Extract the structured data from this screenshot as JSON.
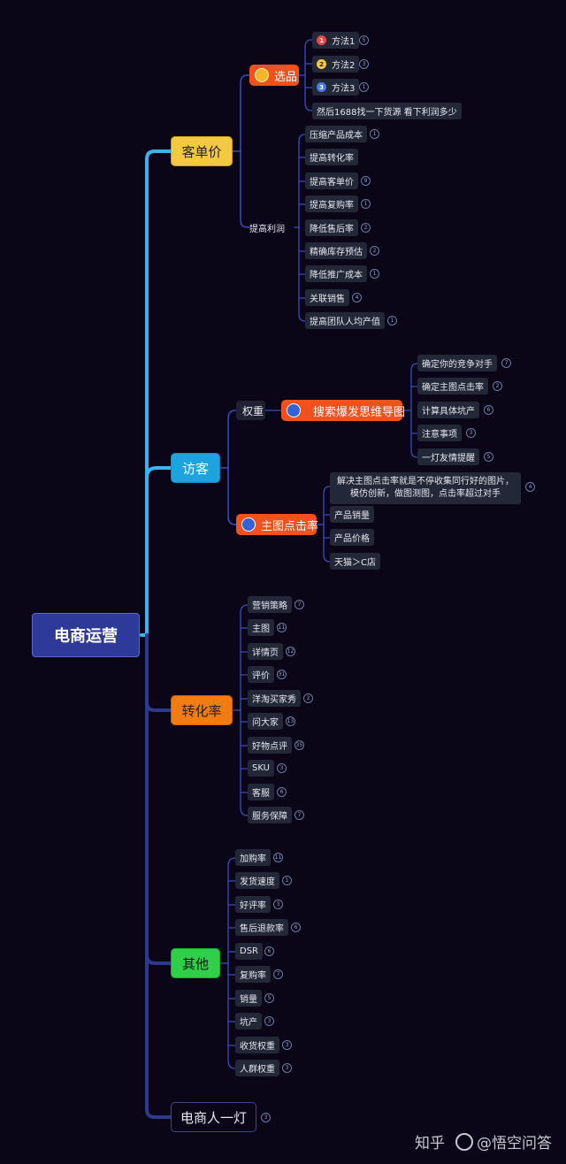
{
  "root": {
    "label": "电商运营"
  },
  "branch_1": {
    "label": "客单价",
    "xuanpin": {
      "label": "选品",
      "methods": [
        {
          "badge": "1",
          "label": "方法1",
          "count": "5"
        },
        {
          "badge": "2",
          "label": "方法2",
          "count": "3"
        },
        {
          "badge": "3",
          "label": "方法3",
          "count": "1"
        }
      ],
      "note": "然后1688找一下货源 看下利润多少"
    },
    "profit": {
      "label": "提高利润",
      "items": [
        {
          "label": "压缩产品成本",
          "count": "1"
        },
        {
          "label": "提高转化率",
          "count": ""
        },
        {
          "label": "提高客单价",
          "count": "9"
        },
        {
          "label": "提高复购率",
          "count": "1"
        },
        {
          "label": "降低售后率",
          "count": "2"
        },
        {
          "label": "精确库存预估",
          "count": "2"
        },
        {
          "label": "降低推广成本",
          "count": "1"
        },
        {
          "label": "关联销售",
          "count": "4"
        },
        {
          "label": "提高团队人均产值",
          "count": "1"
        }
      ]
    }
  },
  "branch_2": {
    "label": "访客",
    "weight": {
      "label": "权重",
      "mindmap": {
        "label": "搜索爆发思维导图",
        "items": [
          {
            "label": "确定你的竞争对手",
            "count": "7"
          },
          {
            "label": "确定主图点击率",
            "count": "2"
          },
          {
            "label": "计算具体坑产",
            "count": "6"
          },
          {
            "label": "注意事项",
            "count": "3"
          },
          {
            "label": "一灯友情提醒",
            "count": "5"
          }
        ]
      }
    },
    "ctr": {
      "label": "主图点击率",
      "items": [
        {
          "label": "解决主图点击率就是不停收集同行好的图片，模仿创新，做图测图，点击率超过对手",
          "count": "4"
        },
        {
          "label": "产品销量",
          "count": ""
        },
        {
          "label": "产品价格",
          "count": ""
        },
        {
          "label": "天猫＞C店",
          "count": ""
        }
      ]
    }
  },
  "branch_3": {
    "label": "转化率",
    "items": [
      {
        "label": "营销策略",
        "count": "7"
      },
      {
        "label": "主图",
        "count": "11"
      },
      {
        "label": "详情页",
        "count": "12"
      },
      {
        "label": "评价",
        "count": "31"
      },
      {
        "label": "洋淘买家秀",
        "count": "2"
      },
      {
        "label": "问大家",
        "count": "13"
      },
      {
        "label": "好物点评",
        "count": "35"
      },
      {
        "label": "SKU",
        "count": "3"
      },
      {
        "label": "客服",
        "count": "6"
      },
      {
        "label": "服务保障",
        "count": "7"
      }
    ]
  },
  "branch_4": {
    "label": "其他",
    "items": [
      {
        "label": "加购率",
        "count": "11"
      },
      {
        "label": "发货速度",
        "count": "1"
      },
      {
        "label": "好评率",
        "count": "3"
      },
      {
        "label": "售后退款率",
        "count": "6"
      },
      {
        "label": "DSR",
        "count": "6"
      },
      {
        "label": "复购率",
        "count": "7"
      },
      {
        "label": "销量",
        "count": "5"
      },
      {
        "label": "坑产",
        "count": "3"
      },
      {
        "label": "收货权重",
        "count": "3"
      },
      {
        "label": "人群权重",
        "count": "3"
      }
    ]
  },
  "branch_5": {
    "label": "电商人一灯",
    "count": "3"
  },
  "watermark": {
    "site": "知乎",
    "brand": "@悟空问答"
  },
  "colors": {
    "background": "#0a0617",
    "trunk_light": "#3ab4f0",
    "trunk_dark": "#2b3a8c",
    "yellow": "#f5c842",
    "blue": "#1da3e0",
    "orange": "#f07c12",
    "green": "#2fcf4a",
    "red_orange": "#f2501c"
  }
}
